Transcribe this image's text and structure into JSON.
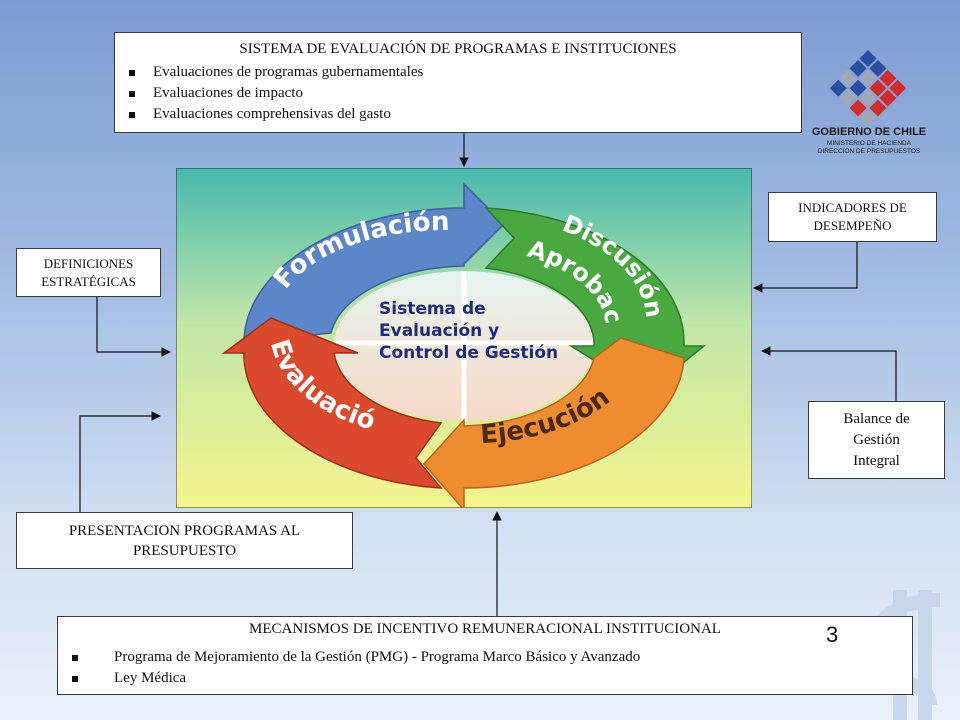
{
  "top_box": {
    "title": "SISTEMA DE EVALUACIÓN DE PROGRAMAS E INSTITUCIONES",
    "items": [
      "Evaluaciones de programas gubernamentales",
      "Evaluaciones de impacto",
      "Evaluaciones comprehensivas del gasto"
    ]
  },
  "logo": {
    "line1": "GOBIERNO DE CHILE",
    "line2": "MINISTERIO DE HACIENDA",
    "line3": "DIRECCION DE PRESUPUESTOS"
  },
  "left_box": {
    "line1": "DEFINICIONES",
    "line2": "ESTRATÉGICAS"
  },
  "right_top_box": {
    "line1": "INDICADORES DE",
    "line2": "DESEMPEÑO"
  },
  "right_bottom_box": {
    "line1": "Balance de",
    "line2": "Gestión",
    "line3": "Integral"
  },
  "bottom_left_box": {
    "line1": "PRESENTACION PROGRAMAS AL",
    "line2": "PRESUPUESTO"
  },
  "bottom_box": {
    "title": "MECANISMOS DE INCENTIVO REMUNERACIONAL INSTITUCIONAL",
    "items": [
      "Programa de Mejoramiento de la Gestión (PMG) - Programa Marco Básico y Avanzado",
      "Ley Médica"
    ]
  },
  "cycle": {
    "center_line1": "Sistema de",
    "center_line2": "Evaluación y",
    "center_line3": "Control de Gestión",
    "stages": {
      "formulacion": "Formulación",
      "discusion_line1": "Discusión /",
      "discusion_line2": "Aprobación",
      "ejecucion": "Ejecución",
      "evaluacion": "Evaluación"
    },
    "colors": {
      "formulacion": "#5b86c9",
      "discusion": "#49a83f",
      "ejecucion": "#f08c30",
      "evaluacion": "#dc4a2e",
      "center_text": "#1f2c7a"
    }
  },
  "slide_number": "3"
}
